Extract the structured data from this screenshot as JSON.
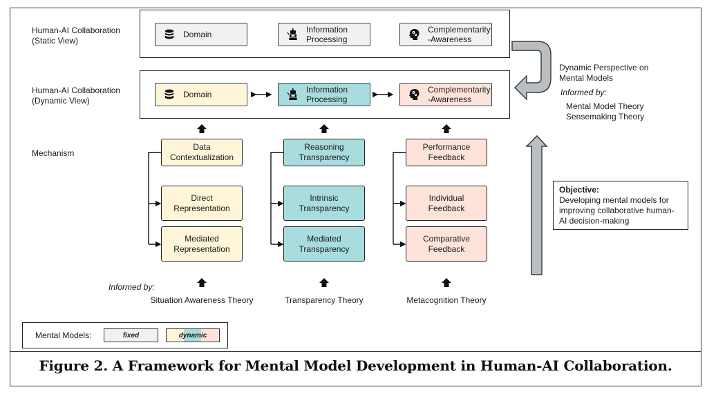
{
  "caption": "Figure 2. A Framework for Mental Model Development in Human-AI Collaboration.",
  "rows": {
    "static_label": [
      "Human-AI Collaboration",
      "(Static View)"
    ],
    "dynamic_label": [
      "Human-AI Collaboration",
      "(Dynamic View)"
    ],
    "mechanism_label": "Mechanism"
  },
  "components": [
    {
      "name": "Domain",
      "lines": [
        "Domain"
      ],
      "icon": "database-icon",
      "color": "#fff5d9"
    },
    {
      "name": "Information Processing",
      "lines": [
        "Information",
        "Processing"
      ],
      "icon": "robot-icon",
      "color": "#a8dcde"
    },
    {
      "name": "Complementarity-Awareness",
      "lines": [
        "Complementarity",
        "-Awareness"
      ],
      "icon": "head-gears-icon",
      "color": "#fde3da"
    }
  ],
  "fixed_color": "#f1f1f1",
  "mechanisms": [
    {
      "items": [
        [
          "Data",
          "Contextualization"
        ],
        [
          "Direct",
          "Representation"
        ],
        [
          "Mediated",
          "Representation"
        ]
      ],
      "theory": "Situation Awareness Theory"
    },
    {
      "items": [
        [
          "Reasoning",
          "Transparency"
        ],
        [
          "Intrinsic",
          "Transparency"
        ],
        [
          "Mediated",
          "Transparency"
        ]
      ],
      "theory": "Transparency Theory"
    },
    {
      "items": [
        [
          "Performance",
          "Feedback"
        ],
        [
          "Individual",
          "Feedback"
        ],
        [
          "Comparative",
          "Feedback"
        ]
      ],
      "theory": "Metacognition Theory"
    }
  ],
  "informed_by": "Informed by:",
  "dynamic_perspective": {
    "title": [
      "Dynamic Perspective on",
      "Mental Models"
    ],
    "informed_by": "Informed by:",
    "theories": [
      "Mental Model Theory",
      "Sensemaking Theory"
    ]
  },
  "objective": {
    "title": "Objective:",
    "lines": [
      "Developing mental models for",
      "improving collaborative human-",
      "AI decision-making"
    ]
  },
  "legend": {
    "label": "Mental Models:",
    "fixed": "fixed",
    "dynamic": "dynamic"
  }
}
